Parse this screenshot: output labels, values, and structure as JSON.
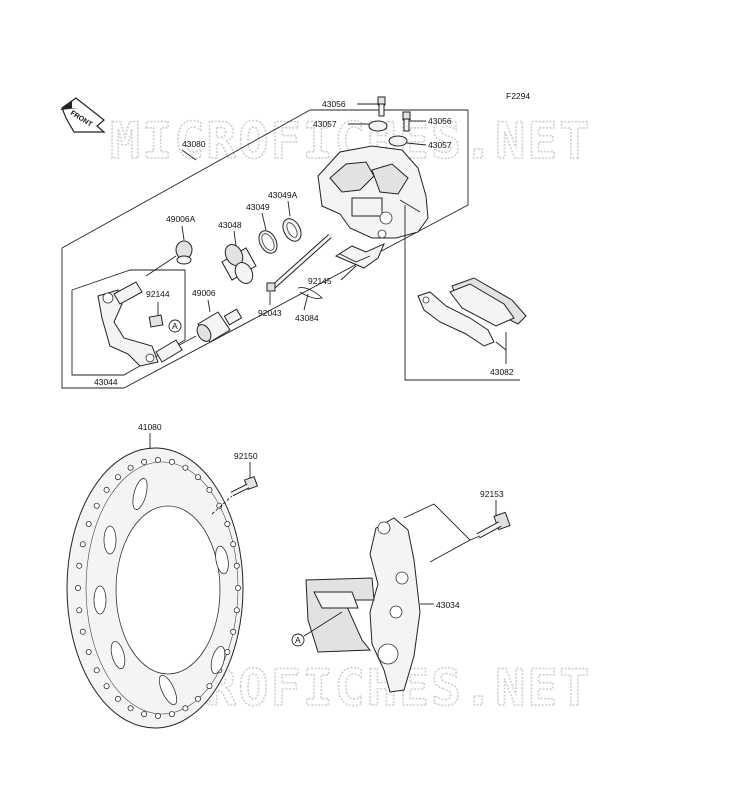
{
  "figure_code": "F2294",
  "front_label": "FRONT",
  "watermark": "MICROFICHES.NET",
  "callout_letter": "A",
  "parts": {
    "p43056a": "43056",
    "p43056b": "43056",
    "p43057a": "43057",
    "p43057b": "43057",
    "p43080": "43080",
    "p43049a": "43049A",
    "p49006a": "49006A",
    "p43048": "43048",
    "p43049": "43049",
    "p92145": "92145",
    "p92144": "92144",
    "p49006": "49006",
    "p92043": "92043",
    "p43084": "43084",
    "p43044": "43044",
    "p43082": "43082",
    "p41080": "41080",
    "p92150": "92150",
    "p92153": "92153",
    "p43034": "43034"
  }
}
